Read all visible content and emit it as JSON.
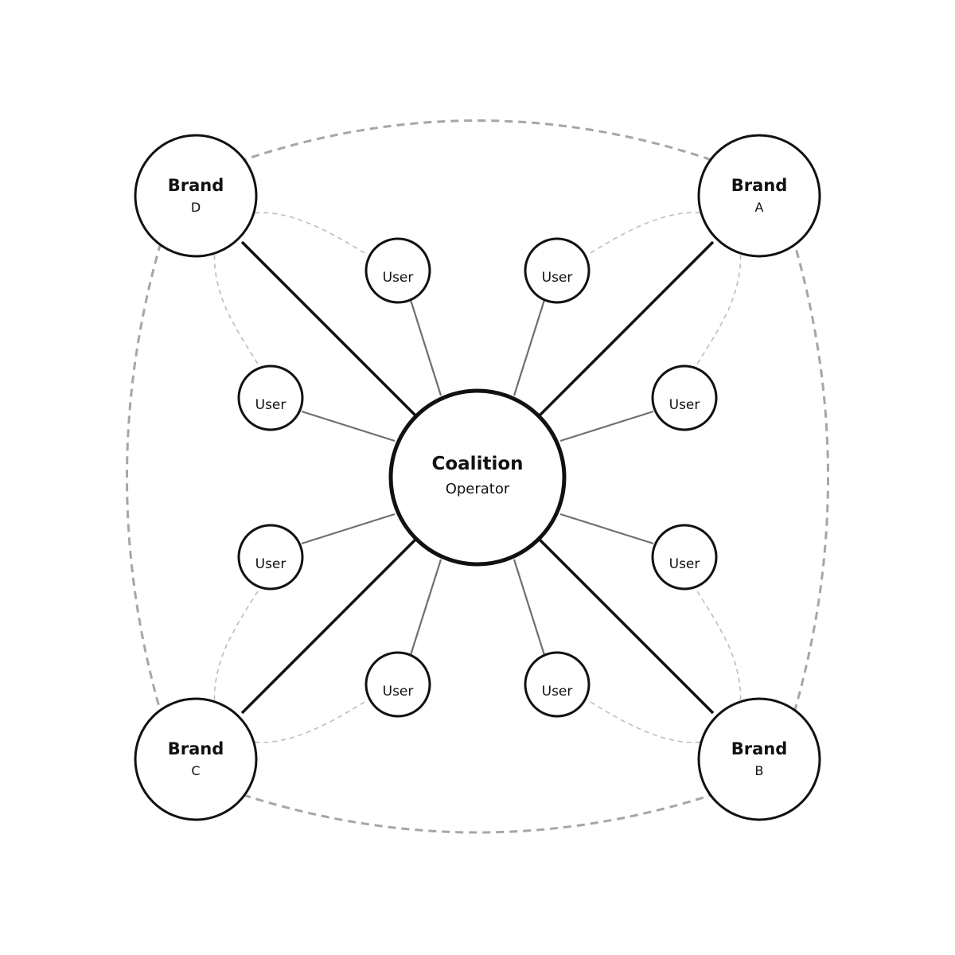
{
  "colors": {
    "background": "#ffffff",
    "node_stroke": "#111111",
    "user_spoke": "#6f6f6f",
    "outer_dashed": "#a6a6a6",
    "inner_dashed": "#bdbdbd"
  },
  "hub": {
    "title": "Coalition",
    "subtitle": "Operator"
  },
  "brands": {
    "a": {
      "title": "Brand",
      "letter": "A"
    },
    "b": {
      "title": "Brand",
      "letter": "B"
    },
    "c": {
      "title": "Brand",
      "letter": "C"
    },
    "d": {
      "title": "Brand",
      "letter": "D"
    }
  },
  "users": {
    "a1": "User",
    "a2": "User",
    "b1": "User",
    "b2": "User",
    "c1": "User",
    "c2": "User",
    "d1": "User",
    "d2": "User"
  }
}
